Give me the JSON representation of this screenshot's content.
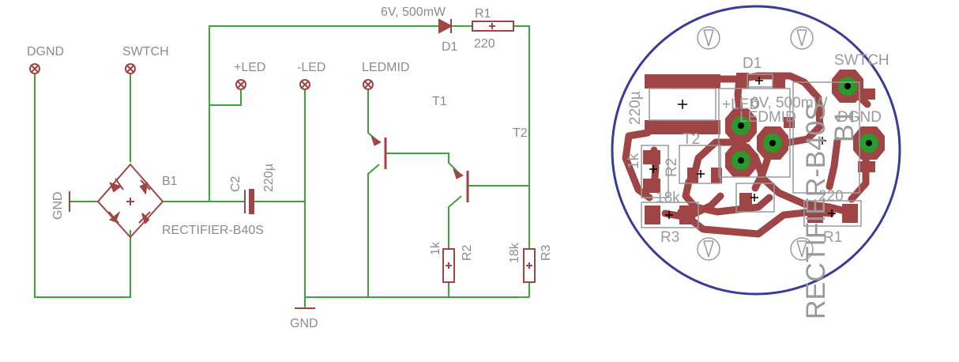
{
  "schematic": {
    "nets": {
      "dgnd": "DGND",
      "swtch": "SWTCH",
      "led_plus": "+LED",
      "led_minus": "-LED",
      "ledmid": "LEDMID",
      "gnd_left": "GND",
      "gnd_bottom": "GND"
    },
    "parts": {
      "d1_name": "D1",
      "d1_value": "6V, 500mW",
      "r1_name": "R1",
      "r1_value": "220",
      "b1_name": "B1",
      "b1_value": "RECTIFIER-B40S",
      "c2_name": "C2",
      "c2_value": "220µ",
      "t1_name": "T1",
      "t2_name": "T2",
      "r2_name": "R2",
      "r2_value": "1k",
      "r3_name": "R3",
      "r3_value": "18k"
    }
  },
  "board": {
    "labels": {
      "d1": "D1",
      "swtch": "SWTCH",
      "dgnd": "DGND",
      "c2_value": "220µ",
      "d1_value": "6V, 500mW",
      "led_plus": "+LED",
      "ledmid": "LEDMID",
      "b1": "B1",
      "b1_value": "RECTIFIER-B40S",
      "t2": "T2",
      "r2": "R2",
      "r2_value": "1k",
      "r3": "R3",
      "r3_value": "18k",
      "r1": "R1",
      "r1_value": "220"
    }
  },
  "colors": {
    "wire": "#3aa63a",
    "symbol": "#a04545",
    "copper": "#a04545",
    "pad": "#2a9a2a",
    "outline": "#3a3a9a",
    "silk": "#9a9a9a"
  }
}
